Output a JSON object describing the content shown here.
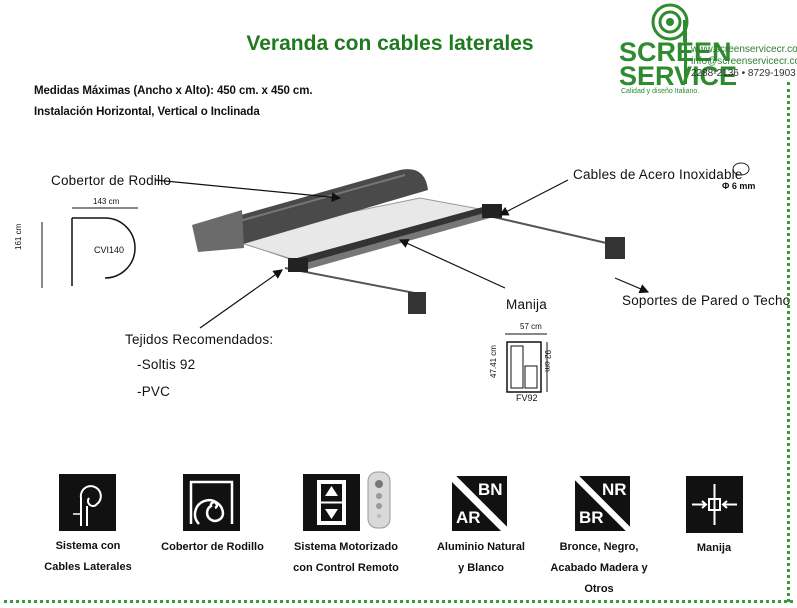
{
  "title": "Veranda con cables laterales",
  "specs": {
    "line1": "Medidas Máximas (Ancho  x Alto): 450 cm. x 450 cm.",
    "line2": "Instalación Horizontal, Vertical o Inclinada"
  },
  "logo": {
    "word1": "SCREEN",
    "word2": "SERVICE",
    "tagline": "Calidad y diseño Italiano.",
    "website": "www.screenservicecr.com",
    "email": "info@screenservicecr.com",
    "phones": "2288-2136 • 8729-1903"
  },
  "labels": {
    "cobertor": "Cobertor de Rodillo",
    "cables": "Cables de Acero Inoxidable",
    "cable_diam": "Φ 6 mm",
    "soportes": "Soportes de Pared o Techo",
    "manija": "Manija",
    "tejidos_title": "Tejidos Recomendados:",
    "tejido1": "-Soltis 92",
    "tejido2": "-PVC"
  },
  "profile_cvi": {
    "width": "143 cm",
    "height": "161 cm",
    "code": "CVI140"
  },
  "profile_fv": {
    "width": "57 cm",
    "height_left": "47.41 cm",
    "height_right": "92 cm",
    "code": "FV92"
  },
  "features": [
    {
      "caption": "Sistema con Cables Laterales",
      "icon": "cables-icon"
    },
    {
      "caption": "Cobertor de Rodillo",
      "icon": "roller-cover-icon"
    },
    {
      "caption": "Sistema Motorizado con Control Remoto",
      "icon": "motor-remote-icon"
    },
    {
      "caption": "Aluminio Natural y Blanco",
      "icon": "bn-ar-icon",
      "top": "BN",
      "bottom": "AR"
    },
    {
      "caption": "Bronce, Negro, Acabado Madera y Otros",
      "icon": "nr-br-icon",
      "top": "NR",
      "bottom": "BR"
    },
    {
      "caption": "Manija",
      "icon": "handle-icon"
    }
  ],
  "colors": {
    "title_green": "#1f7a1f",
    "brand_green": "#2e8b2e",
    "border_dots": "#3c9a3c"
  }
}
